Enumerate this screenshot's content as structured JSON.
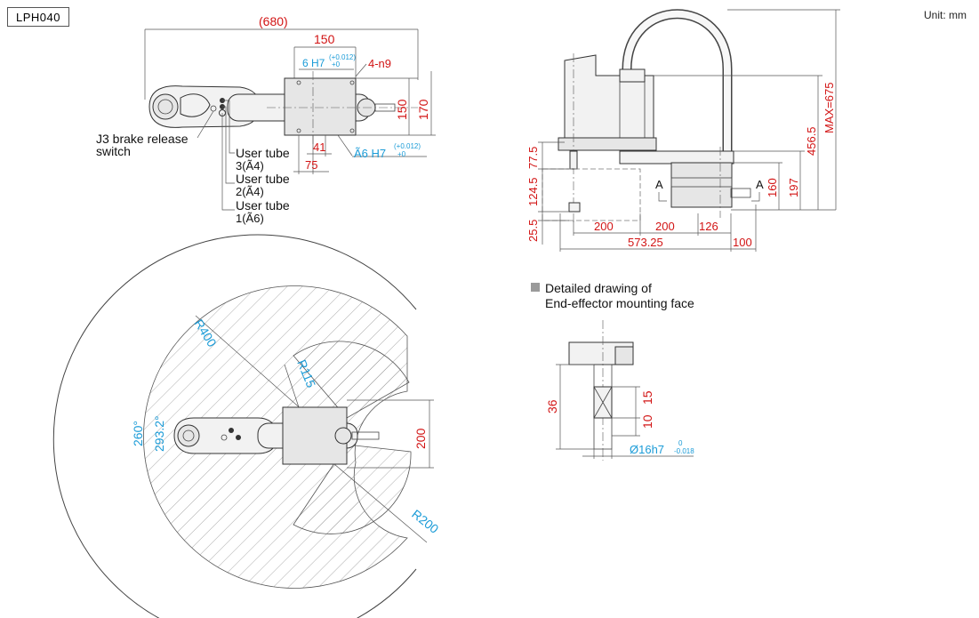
{
  "model": "LPH040",
  "unit": "Unit: mm",
  "detail_title_line1": "Detailed drawing of",
  "detail_title_line2": "End-effector mounting face",
  "top_view": {
    "dim_680": "(680)",
    "dim_150_top": "150",
    "hole_fit_top": "6 H7",
    "hole_fit_top_tol_upper": "(+0.012)",
    "hole_fit_top_tol_lower": "+0",
    "holes": "4-n9",
    "dim_150_right": "150",
    "dim_170": "170",
    "dim_41": "41",
    "dim_75": "75",
    "hole_fit_bottom": "Ã6 H7",
    "hole_fit_bottom_tol_upper": "(+0.012)",
    "hole_fit_bottom_tol_lower": "+0",
    "j3_label_1": "J3 brake release",
    "j3_label_2": "switch",
    "tube3_1": "User tube",
    "tube3_2": "3(Ã4)",
    "tube2_1": "User tube",
    "tube2_2": "2(Ã4)",
    "tube1_1": "User tube",
    "tube1_2": "1(Ã6)"
  },
  "side_view": {
    "dim_775": "77.5",
    "dim_1245": "124.5",
    "dim_255": "25.5",
    "dim_200a": "200",
    "dim_200b": "200",
    "dim_126": "126",
    "dim_57325": "573.25",
    "dim_100": "100",
    "section_a_left": "A",
    "section_a_right": "A",
    "dim_160": "160",
    "dim_197": "197",
    "dim_4565": "456.5",
    "dim_max": "MAX=675"
  },
  "range_view": {
    "r400": "R400",
    "r115": "R115",
    "r200": "R200",
    "angle_260": "260°",
    "angle_2932": "293.2°",
    "dim_200": "200"
  },
  "detail_view": {
    "dim_36": "36",
    "dim_15": "15",
    "dim_10": "10",
    "shaft_fit": "Ø16h7",
    "shaft_tol_upper": "0",
    "shaft_tol_lower": "-0.018"
  }
}
